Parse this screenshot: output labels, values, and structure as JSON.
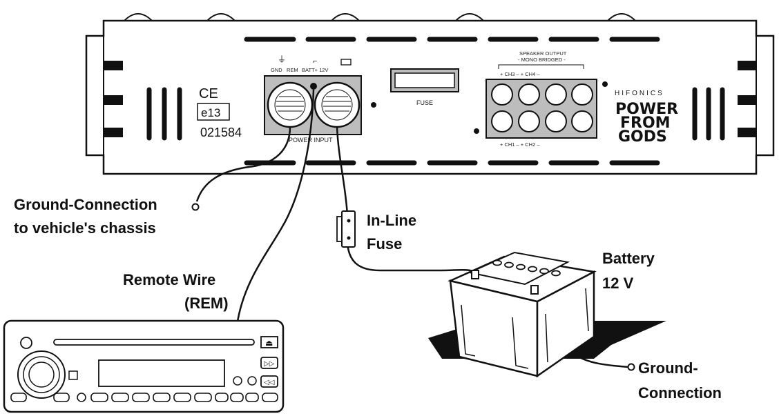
{
  "amplifier": {
    "ce_mark": "CE",
    "approval_mark": "e13",
    "approval_number": "021584",
    "terminal_labels": {
      "gnd": "GND",
      "rem": "REM",
      "batt": "BATT+ 12V"
    },
    "power_input_label": "POWER INPUT",
    "fuse_label": "FUSE",
    "speaker_output": {
      "title": "SPEAKER OUTPUT",
      "subtitle": "- MONO  BRIDGED -",
      "top_channels": "+  CH3  – +  CH4  –",
      "bottom_channels": "+  CH1  – +  CH2  –"
    },
    "brand": {
      "name": "HIFONICS",
      "slogan_lines": [
        "POWER",
        "FROM",
        "GODS"
      ]
    }
  },
  "labels": {
    "ground_chassis_line1": "Ground-Connection",
    "ground_chassis_line2": "to vehicle's chassis",
    "inline_fuse_line1": "In-Line",
    "inline_fuse_line2": "Fuse",
    "remote_line1": "Remote Wire",
    "remote_line2": "(REM)",
    "battery_line1": "Battery",
    "battery_line2": "12 V",
    "ground_battery_line1": "Ground-",
    "ground_battery_line2": "Connection"
  },
  "colors": {
    "ink": "#111111",
    "panel": "#bdbdbd",
    "background": "#ffffff"
  }
}
